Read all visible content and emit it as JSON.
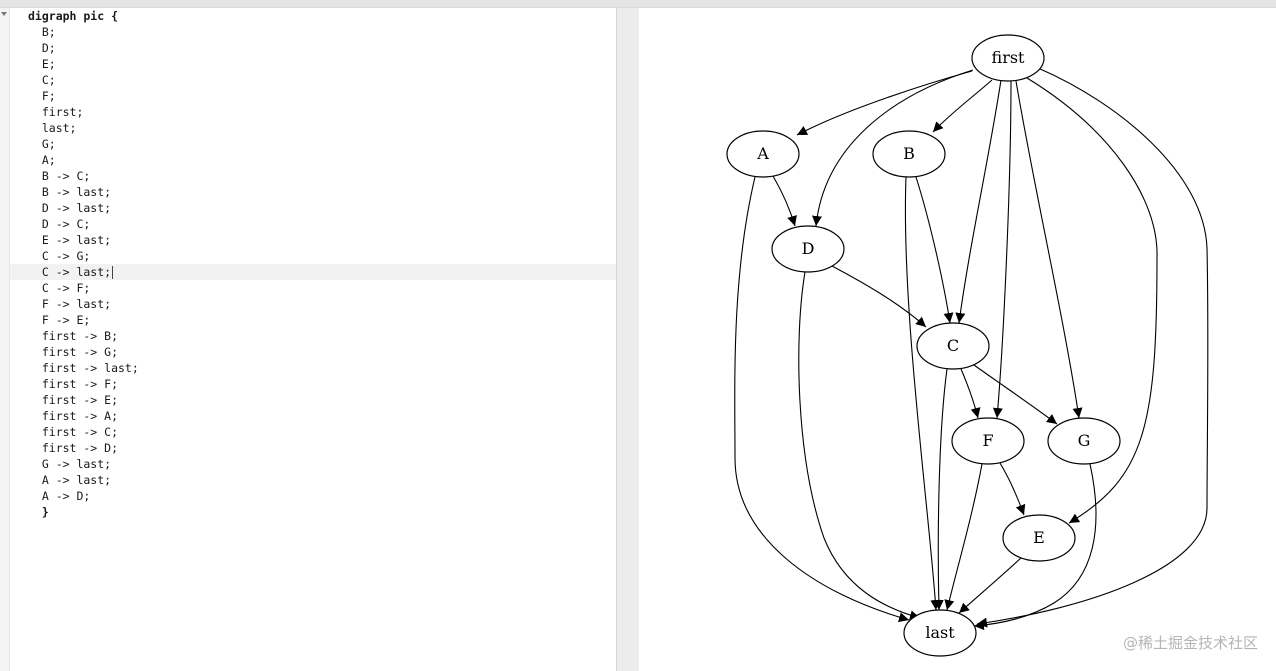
{
  "editor": {
    "lines": [
      "digraph pic {",
      "  B;",
      "  D;",
      "  E;",
      "  C;",
      "  F;",
      "  first;",
      "  last;",
      "  G;",
      "  A;",
      "  B -> C;",
      "  B -> last;",
      "  D -> last;",
      "  D -> C;",
      "  E -> last;",
      "  C -> G;",
      "  C -> last;",
      "  C -> F;",
      "  F -> last;",
      "  F -> E;",
      "  first -> B;",
      "  first -> G;",
      "  first -> last;",
      "  first -> F;",
      "  first -> E;",
      "  first -> A;",
      "  first -> C;",
      "  first -> D;",
      "  G -> last;",
      "  A -> last;",
      "  A -> D;",
      "  }"
    ],
    "active_line": 16
  },
  "graph": {
    "nodes": [
      {
        "id": "first",
        "label": "first"
      },
      {
        "id": "A",
        "label": "A"
      },
      {
        "id": "B",
        "label": "B"
      },
      {
        "id": "D",
        "label": "D"
      },
      {
        "id": "C",
        "label": "C"
      },
      {
        "id": "F",
        "label": "F"
      },
      {
        "id": "G",
        "label": "G"
      },
      {
        "id": "E",
        "label": "E"
      },
      {
        "id": "last",
        "label": "last"
      }
    ],
    "edges": [
      [
        "first",
        "A"
      ],
      [
        "first",
        "B"
      ],
      [
        "first",
        "D"
      ],
      [
        "first",
        "C"
      ],
      [
        "first",
        "F"
      ],
      [
        "first",
        "G"
      ],
      [
        "first",
        "E"
      ],
      [
        "first",
        "last"
      ],
      [
        "A",
        "D"
      ],
      [
        "A",
        "last"
      ],
      [
        "B",
        "C"
      ],
      [
        "B",
        "last"
      ],
      [
        "D",
        "C"
      ],
      [
        "D",
        "last"
      ],
      [
        "C",
        "F"
      ],
      [
        "C",
        "G"
      ],
      [
        "C",
        "last"
      ],
      [
        "F",
        "E"
      ],
      [
        "F",
        "last"
      ],
      [
        "G",
        "last"
      ],
      [
        "E",
        "last"
      ]
    ]
  },
  "watermark": "@稀土掘金技术社区"
}
